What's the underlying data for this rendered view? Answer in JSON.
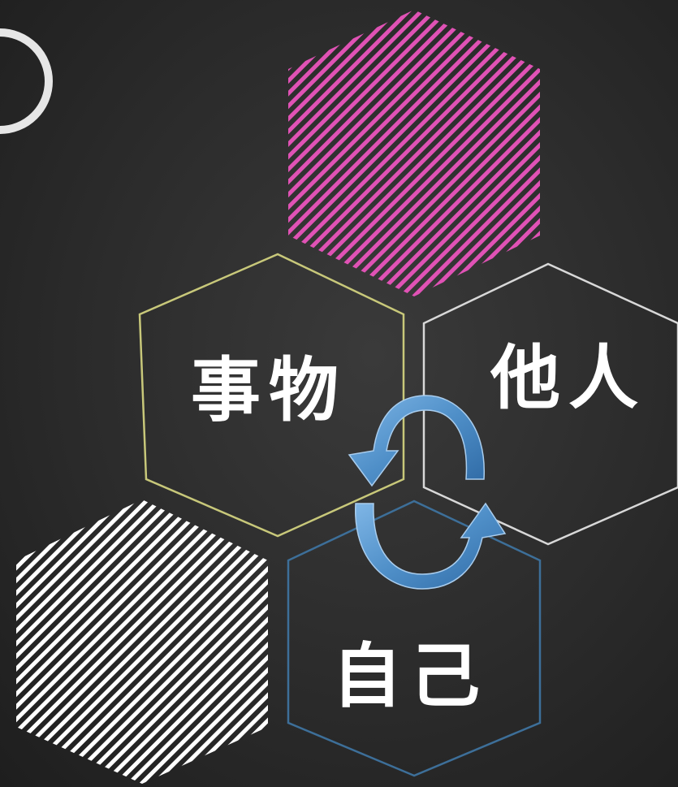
{
  "diagram": {
    "nodes": [
      {
        "id": "things",
        "label": "事物",
        "outline_color": "#c8c87a"
      },
      {
        "id": "others",
        "label": "他人",
        "outline_color": "#d8d8d8"
      },
      {
        "id": "self",
        "label": "自己",
        "outline_color": "#3d6f99"
      }
    ],
    "decor": [
      {
        "id": "pink-hatched",
        "color": "#e052b5",
        "fill": "diagonal-stripes"
      },
      {
        "id": "white-hatched",
        "color": "#ffffff",
        "fill": "diagonal-stripes"
      }
    ],
    "cycle_arrows": {
      "color": "#5b9bd5",
      "count": 2,
      "direction": "circular"
    }
  }
}
